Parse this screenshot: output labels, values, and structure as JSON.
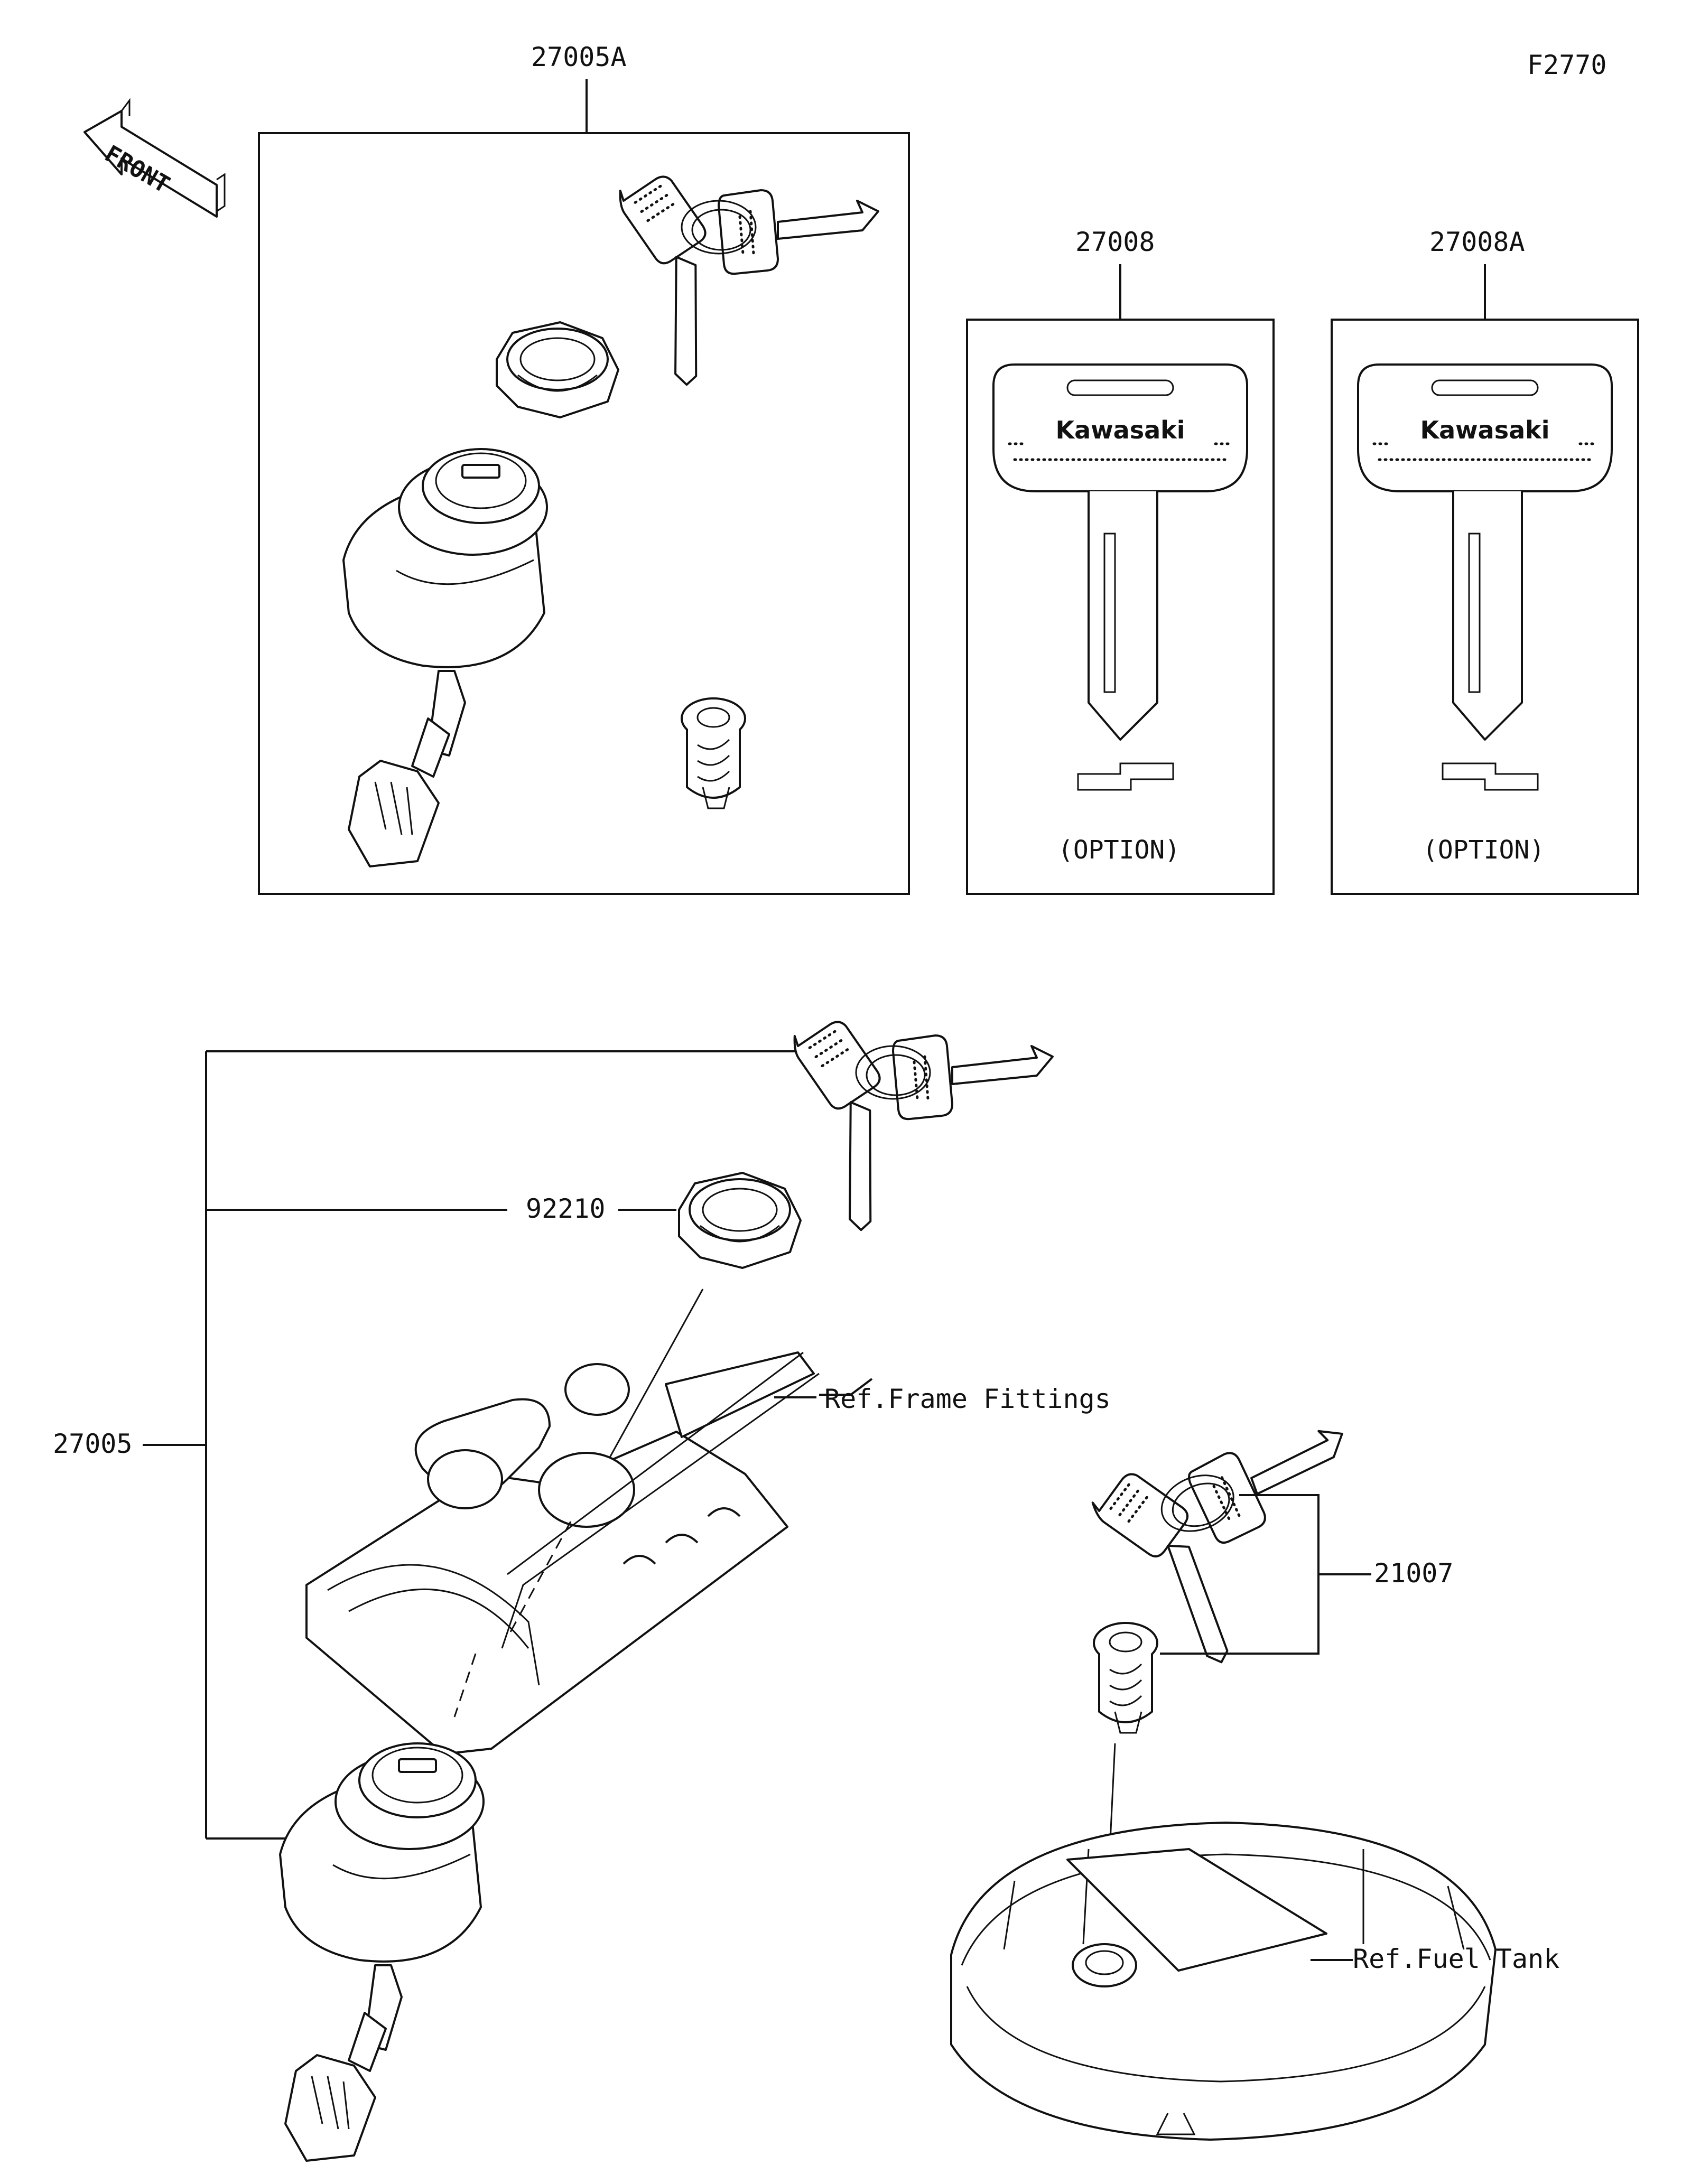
{
  "figure_code": "F2770",
  "front_arrow": {
    "label": "FRONT",
    "icon": "front-arrow-icon"
  },
  "parts": {
    "p27005A": "27005A",
    "p27008": "27008",
    "p27008A": "27008A",
    "p27005": "27005",
    "p92210": "92210",
    "p21007": "21007"
  },
  "references": {
    "frame": "Ref.Frame Fittings",
    "fuel_tank": "Ref.Fuel Tank"
  },
  "option_label": "(OPTION)",
  "key_brand": "Kawasaki"
}
